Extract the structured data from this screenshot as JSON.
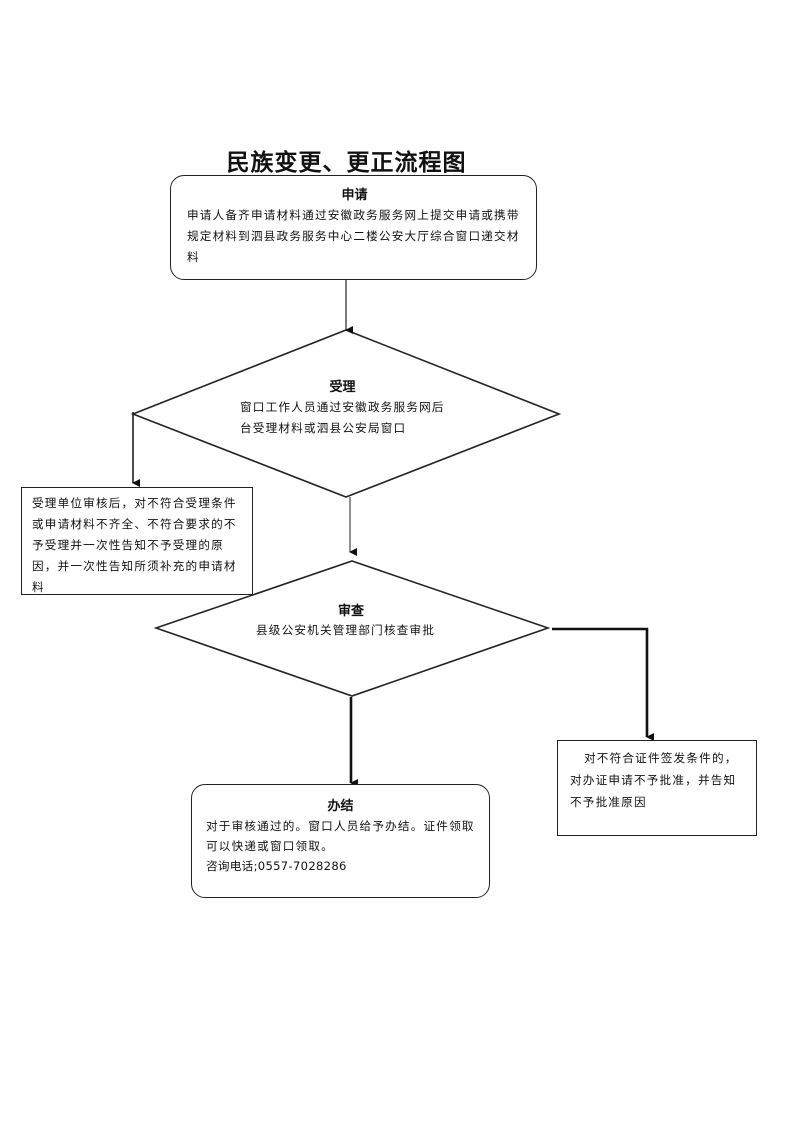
{
  "title": "民族变更、更正流程图",
  "nodes": {
    "apply": {
      "title": "申请",
      "text": "申请人备齐申请材料通过安徽政务服务网上提交申请或携带规定材料到泗县政务服务中心二楼公安大厅综合窗口递交材料"
    },
    "accept": {
      "title": "受理",
      "text": "窗口工作人员通过安徽政务服务网后台受理材料或泗县公安局窗口"
    },
    "reject_accept": {
      "text": "受理单位审核后，对不符合受理条件或申请材料不齐全、不符合要求的不予受理并一次性告知不予受理的原因，并一次性告知所须补充的申请材料"
    },
    "review": {
      "title": "审查",
      "text": "县级公安机关管理部门核查审批"
    },
    "reject_review": {
      "text": "对不符合证件签发条件的，对办证申请不予批准，并告知不予批准原因"
    },
    "finish": {
      "title": "办结",
      "text": "对于审核通过的。窗口人员给予办结。证件领取可以快递或窗口领取。",
      "phone": "咨询电话;0557-7028286"
    }
  }
}
